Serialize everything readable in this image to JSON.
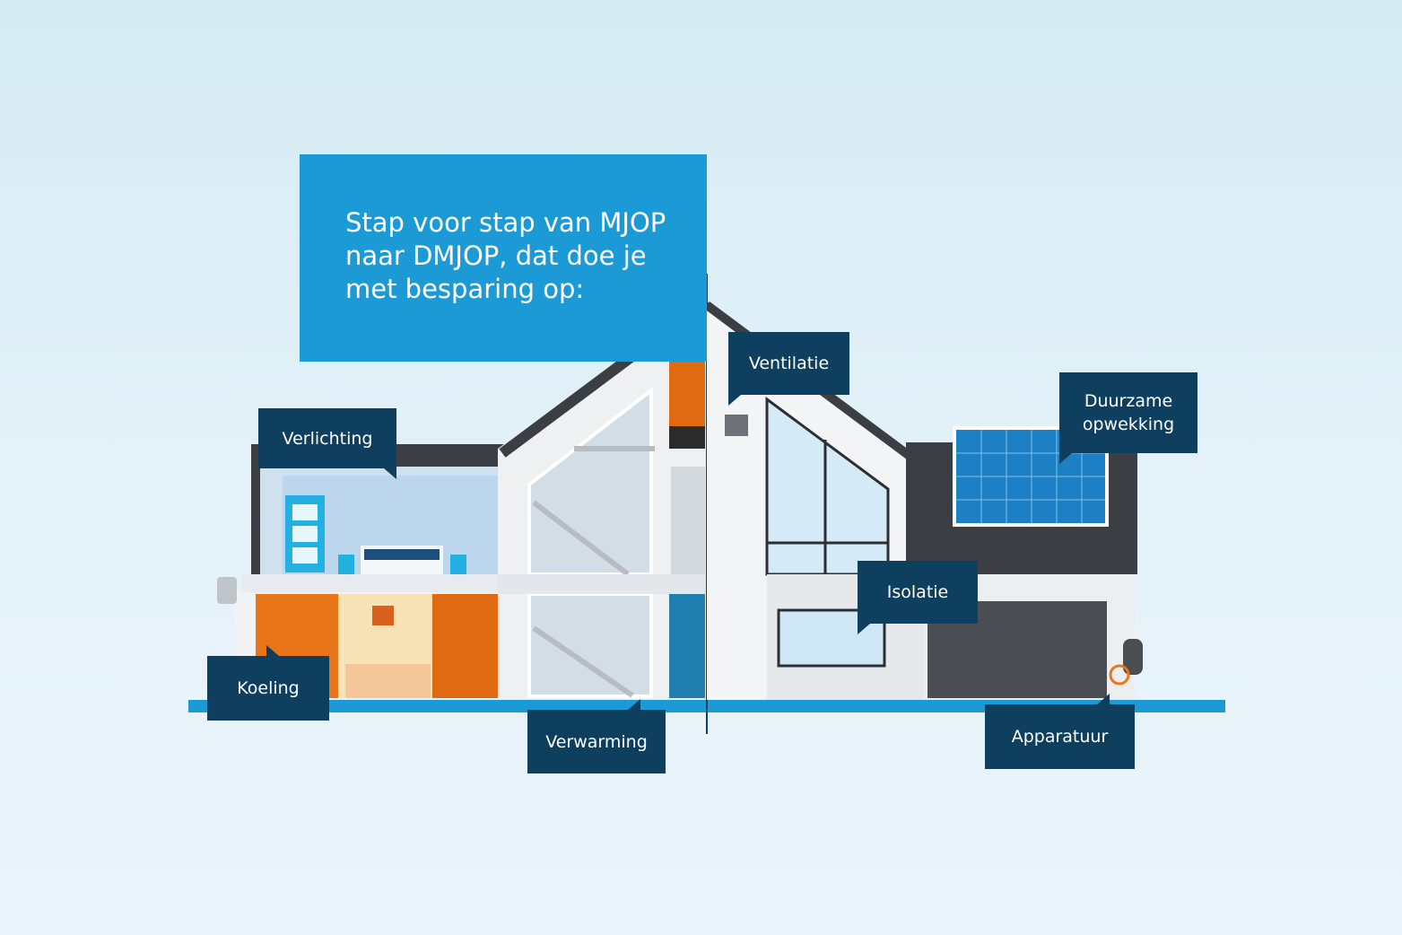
{
  "title": {
    "lines": [
      "Stap voor stap van MJOP",
      "naar DMJOP, dat doe je",
      "met besparing op:"
    ]
  },
  "labels": {
    "verlichting": "Verlichting",
    "koeling": "Koeling",
    "verwarming": "Verwarming",
    "ventilatie": "Ventilatie",
    "duurzame_opwekking": [
      "Duurzame",
      "opwekking"
    ],
    "isolatie": "Isolatie",
    "apparatuur": "Apparatuur"
  },
  "colors": {
    "title_bg": "#1c9ad6",
    "label_bg": "#0e3f5f",
    "ground": "#1c9ad6",
    "accent_orange": "#e8751a"
  }
}
